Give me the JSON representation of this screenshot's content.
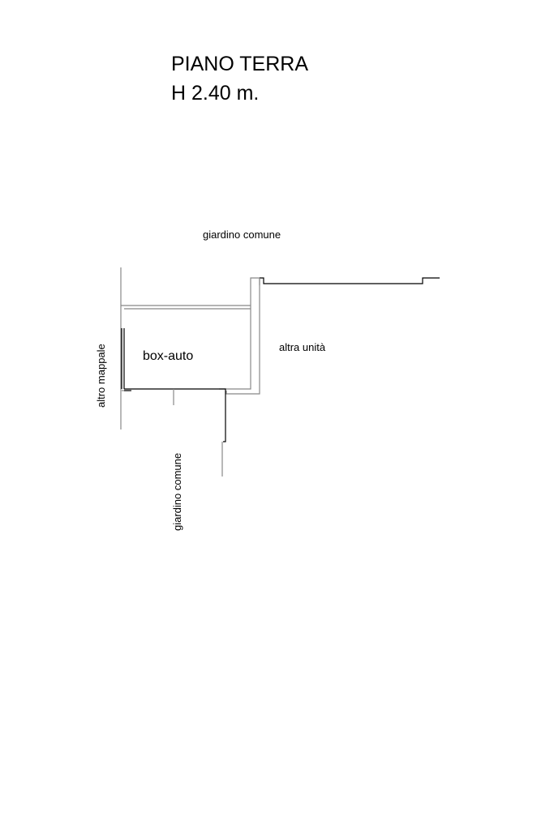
{
  "title": {
    "line1": "PIANO TERRA",
    "line2": "H 2.40 m."
  },
  "labels": {
    "top_garden": "giardino comune",
    "other_unit": "altra unità",
    "room": "box-auto",
    "other_parcel": "altro mappale",
    "bottom_garden": "giardino comune"
  }
}
